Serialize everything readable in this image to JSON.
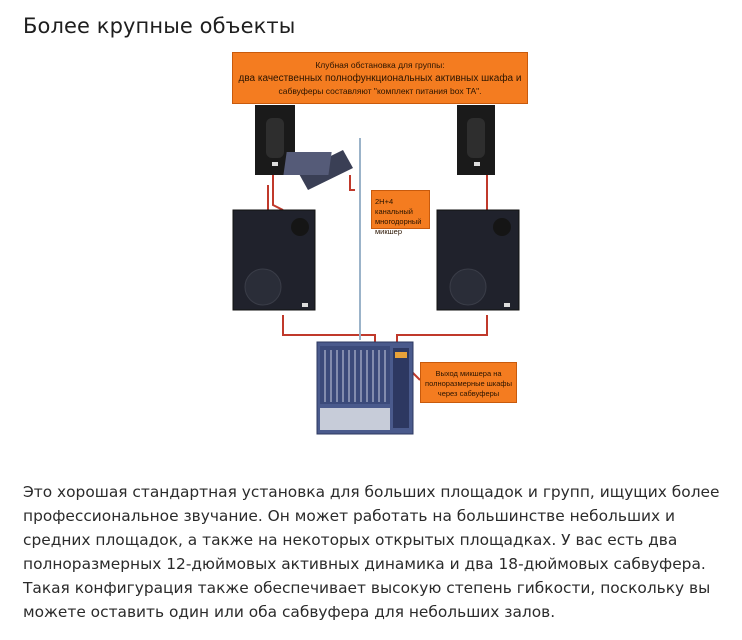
{
  "heading": "Более крупные объекты",
  "diagram": {
    "top_note_line1": "Клубная обстановка для группы:",
    "top_note_line2": "два качественных полнофункциональных активных шкафа и",
    "top_note_line3": "сабвуферы составляют \"комплект питания box TA\".",
    "mixer_note_line1": "2Н+4 канальный",
    "mixer_note_line2": "многодорный",
    "mixer_note_line3": "микшер",
    "out_note_line1": "Выход микшера на",
    "out_note_line2": "полноразмерные шкафы",
    "out_note_line3": "через сабвуферы",
    "colors": {
      "note_fill": "#f47c20",
      "cable": "#c0392b",
      "cable_blue": "#9bb3c9",
      "speaker": "#1a1a1a",
      "sub": "#20222c",
      "mixer": "#4a5a8c"
    }
  },
  "paragraph": "Это хорошая стандартная установка для больших площадок и групп, ищущих более профессиональное звучание. Он может работать на большинстве небольших и средних площадок, а также на некоторых открытых площадках. У вас есть два полноразмерных 12-дюймовых активных динамика и два 18-дюймовых сабвуфера. Такая конфигурация также обеспечивает высокую степень гибкости, поскольку вы можете оставить один или оба сабвуфера для небольших залов."
}
